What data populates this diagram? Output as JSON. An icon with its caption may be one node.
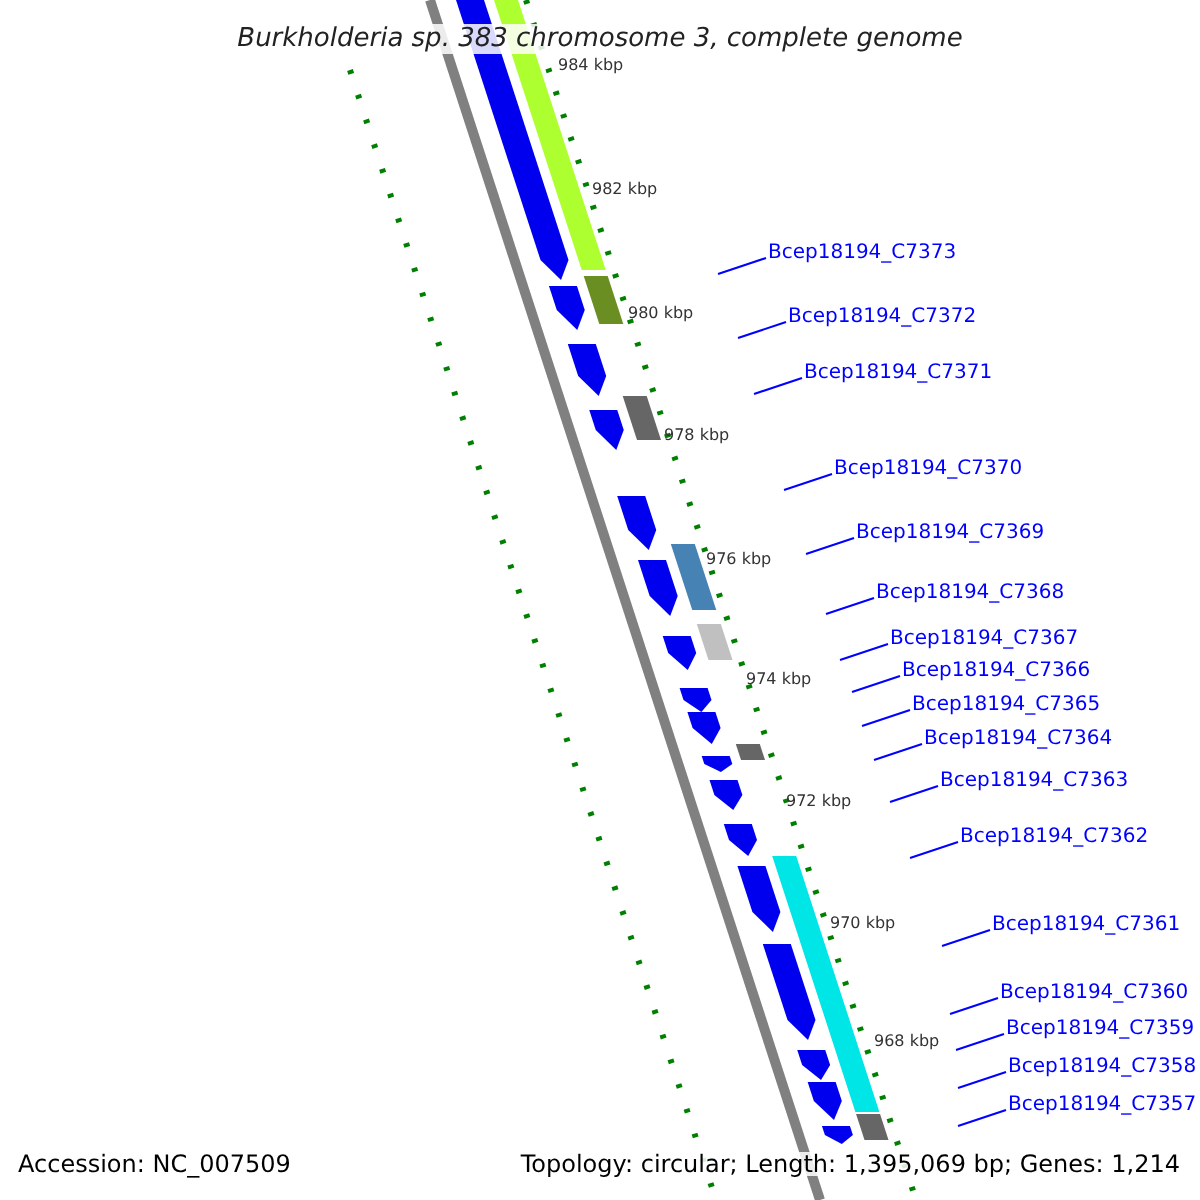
{
  "diagram": {
    "title": "Burkholderia sp. 383 chromosome 3, complete genome",
    "nodes": [
      {
        "text": [
          "Bcep18194_C7373"
        ]
      },
      {
        "text": [
          "Bcep18194_C7372"
        ]
      },
      {
        "text": [
          "Bcep18194_C7371"
        ]
      },
      {
        "text": [
          "Bcep18194_C7370"
        ]
      },
      {
        "text": [
          "Bcep18194_C7369"
        ]
      },
      {
        "text": [
          "Bcep18194_C7368"
        ]
      },
      {
        "text": [
          "Bcep18194_C7367"
        ]
      },
      {
        "text": [
          "Bcep18194_C7366"
        ]
      },
      {
        "text": [
          "Bcep18194_C7365"
        ]
      },
      {
        "text": [
          "Bcep18194_C7364"
        ]
      },
      {
        "text": [
          "Bcep18194_C7363"
        ]
      },
      {
        "text": [
          "Bcep18194_C7362"
        ]
      },
      {
        "text": [
          "Bcep18194_C7361"
        ]
      },
      {
        "text": [
          "Bcep18194_C7360"
        ]
      },
      {
        "text": [
          "Bcep18194_C7359"
        ]
      },
      {
        "text": [
          "Bcep18194_C7358"
        ]
      },
      {
        "text": [
          "Bcep18194_C7357"
        ]
      }
    ],
    "edges": [
      {
        "from": 0,
        "to": null,
        "arrow": "none"
      },
      {
        "from": 1,
        "to": null,
        "arrow": "none"
      },
      {
        "from": 2,
        "to": null,
        "arrow": "none"
      },
      {
        "from": 3,
        "to": null,
        "arrow": "none"
      },
      {
        "from": 4,
        "to": null,
        "arrow": "none"
      },
      {
        "from": 5,
        "to": null,
        "arrow": "none"
      },
      {
        "from": 6,
        "to": null,
        "arrow": "none"
      },
      {
        "from": 7,
        "to": null,
        "arrow": "none"
      },
      {
        "from": 8,
        "to": null,
        "arrow": "none"
      },
      {
        "from": 9,
        "to": null,
        "arrow": "none"
      },
      {
        "from": 10,
        "to": null,
        "arrow": "none"
      },
      {
        "from": 11,
        "to": null,
        "arrow": "none"
      },
      {
        "from": 12,
        "to": null,
        "arrow": "none"
      },
      {
        "from": 13,
        "to": null,
        "arrow": "none"
      },
      {
        "from": 14,
        "to": null,
        "arrow": "none"
      },
      {
        "from": 15,
        "to": null,
        "arrow": "none"
      },
      {
        "from": 16,
        "to": null,
        "arrow": "none"
      }
    ],
    "labels": [
      "984 kbp",
      "982 kbp",
      "980 kbp",
      "978 kbp",
      "976 kbp",
      "974 kbp",
      "972 kbp",
      "970 kbp",
      "968 kbp",
      "Accession: NC_007509",
      "Topology: circular; Length: 1,395,069 bp; Genes: 1,214"
    ]
  }
}
